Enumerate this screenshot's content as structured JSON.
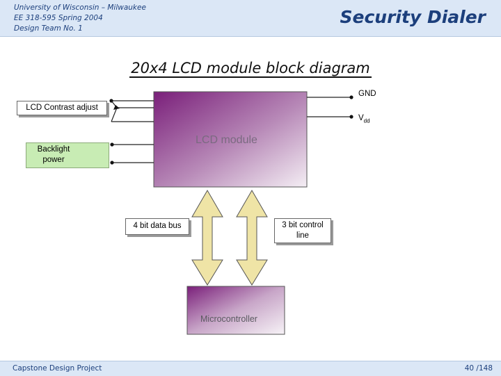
{
  "header": {
    "line1": "University of Wisconsin – Milwaukee",
    "line2": "EE 318-595 Spring 2004",
    "line3": "Design Team No. 1",
    "title": "Security Dialer"
  },
  "diagram": {
    "title": "20x4 LCD module block diagram",
    "lcd_module": "LCD module",
    "microcontroller": "Microcontroller",
    "gnd": "GND",
    "vdd": "V",
    "vdd_sub": "dd",
    "contrast": "LCD Contrast adjust",
    "backlight_line1": "Backlight",
    "backlight_line2": "power",
    "data_bus": "4 bit data bus",
    "control_line1": "3 bit control",
    "control_line2": "line"
  },
  "footer": {
    "left": "Capstone Design Project",
    "page": "40 /148"
  },
  "colors": {
    "header_bg": "#dbe7f6",
    "header_text": "#1c3f7c",
    "module_purple": "#7a1f7a",
    "arrow_fill": "#efe4a6",
    "green_box": "#c8ecb4"
  }
}
